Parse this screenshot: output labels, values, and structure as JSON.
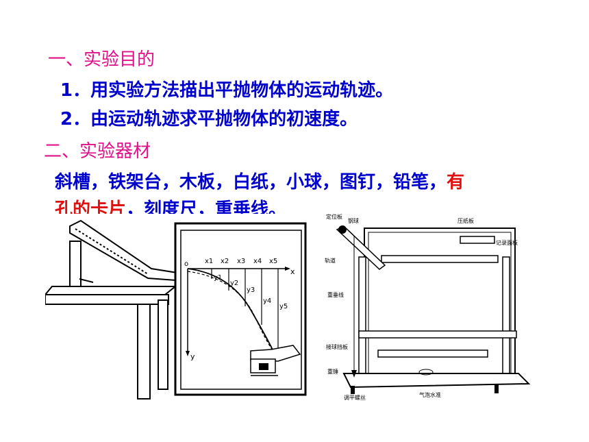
{
  "heading1": "一、实验目的",
  "item1": "1．用实验方法描出平抛物体的运动轨迹。",
  "item2": "2．由运动轨迹求平抛物体的初速度。",
  "heading2": "二、实验器材",
  "materials": {
    "part1": "斜槽，铁架台，木板，白纸，小球，图钉，铅笔，",
    "part2_red": "有",
    "part3_red": "孔的卡片",
    "part4": "，刻度尺，重垂线。"
  },
  "figure_left": {
    "x_labels": [
      "x1",
      "x2",
      "x3",
      "x4",
      "x5"
    ],
    "y_labels": [
      "y1",
      "y2",
      "y3",
      "y4",
      "y5"
    ],
    "origin": "o",
    "x_axis": "x",
    "y_axis": "y"
  },
  "figure_right": {
    "labels": {
      "positioning_board": "定位板",
      "steel_ball": "钢球",
      "track": "轨道",
      "plumb_line": "重垂线",
      "catcher": "接球挡板",
      "weight": "重锤",
      "screw": "调平螺丝",
      "level": "气泡水准",
      "press_board": "压纸板",
      "record_board": "记录面板"
    }
  }
}
